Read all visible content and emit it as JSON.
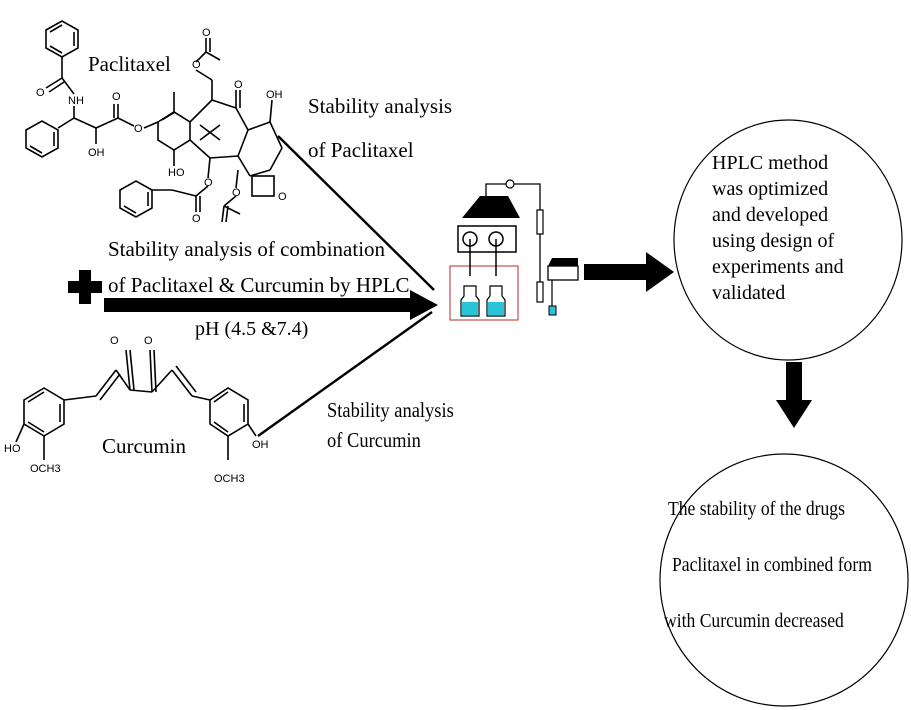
{
  "paclitaxel": {
    "name": "Paclitaxel",
    "stability_line1": "Stability analysis",
    "stability_line2": "of Paclitaxel"
  },
  "combination": {
    "line1": "Stability analysis of combination",
    "line2": "of Paclitaxel & Curcumin by HPLC",
    "ph": "pH (4.5 &7.4)"
  },
  "curcumin": {
    "name": "Curcumin",
    "stability_line1": "Stability analysis",
    "stability_line2": "of Curcumin"
  },
  "chem_labels": {
    "oh": "OH",
    "ho": "HO",
    "o": "O",
    "nh": "NH",
    "och3": "OCH3"
  },
  "hplc_circle": {
    "lines": [
      "HPLC method",
      "was optimized",
      "and developed",
      "using design of",
      "experiments and",
      "validated"
    ]
  },
  "result_circle": {
    "lines": [
      "The stability of the drugs",
      "Paclitaxel in combined form",
      "with Curcumin decreased"
    ]
  },
  "colors": {
    "solvent": "#29c4d8",
    "outline": "#000000",
    "box_border": "#c0504d"
  }
}
